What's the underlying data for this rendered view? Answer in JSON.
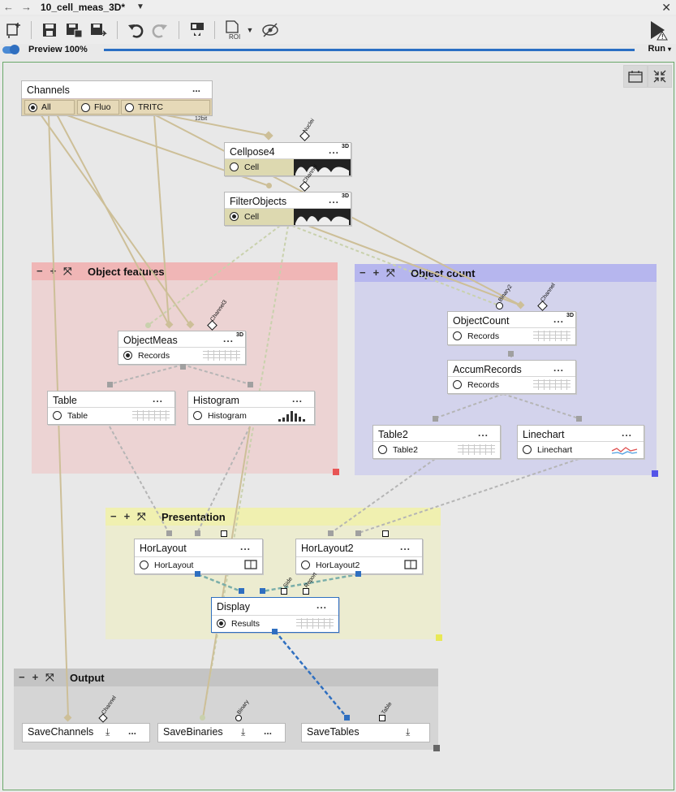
{
  "window": {
    "title": "10_cell_meas_3D*",
    "back_icon": "left-arrow-icon",
    "forward_icon": "right-arrow-icon",
    "close_icon": "close-icon"
  },
  "toolbar": {
    "roi_label": "ROI",
    "preview_label": "Preview 100%",
    "run_label": "Run",
    "run_caret": "▾"
  },
  "channels": {
    "title": "Channels",
    "options": [
      {
        "label": "All",
        "selected": true
      },
      {
        "label": "Fluo",
        "selected": false
      },
      {
        "label": "TRITC",
        "selected": false
      }
    ],
    "bitdepth": "12bit"
  },
  "nodes": {
    "cellpose": {
      "title": "Cellpose4",
      "badge": "3D",
      "output": "Cell",
      "input_port": "Nuclei"
    },
    "filter": {
      "title": "FilterObjects",
      "badge": "3D",
      "output": "Cell",
      "input_port": "Channel"
    },
    "objmeas": {
      "title": "ObjectMeas",
      "badge": "3D",
      "output": "Records",
      "input_port": "Channel3"
    },
    "table": {
      "title": "Table",
      "output": "Table"
    },
    "histogram": {
      "title": "Histogram",
      "output": "Histogram"
    },
    "objcount": {
      "title": "ObjectCount",
      "badge": "3D",
      "output": "Records",
      "port1": "Binary2",
      "port2": "Channel"
    },
    "accum": {
      "title": "AccumRecords",
      "output": "Records"
    },
    "table2": {
      "title": "Table2",
      "output": "Table2"
    },
    "linechart": {
      "title": "Linechart",
      "output": "Linechart"
    },
    "horlayout": {
      "title": "HorLayout",
      "output": "HorLayout"
    },
    "horlayout2": {
      "title": "HorLayout2",
      "output": "HorLayout2"
    },
    "display": {
      "title": "Display",
      "output": "Results",
      "port1": "Side",
      "port2": "Report"
    },
    "savechannels": {
      "title": "SaveChannels",
      "input_port": "Channel"
    },
    "savebinaries": {
      "title": "SaveBinaries",
      "input_port": "Binary"
    },
    "savetables": {
      "title": "SaveTables",
      "input_port": "Table"
    }
  },
  "groups": {
    "features": {
      "title": "Object features",
      "color": "#ecd3d3",
      "head": "#f0b6b6"
    },
    "count": {
      "title": "Object count",
      "color": "#d3d3ec",
      "head": "#b6b6ee"
    },
    "presentation": {
      "title": "Presentation",
      "color": "#ececd0",
      "head": "#f0f0b0"
    },
    "output": {
      "title": "Output",
      "color": "#d5d5d5",
      "head": "#c4c4c4"
    }
  },
  "dots_label": "...",
  "group_icons": "−+⤧"
}
